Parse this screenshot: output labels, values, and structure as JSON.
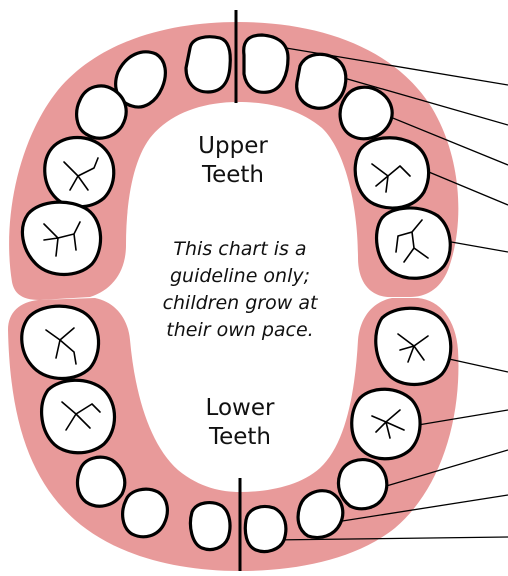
{
  "colors": {
    "gum": "#e89a9a",
    "outline": "#000000",
    "tooth": "#ffffff"
  },
  "upper_teeth_label": "Upper\nTeeth",
  "lower_teeth_label": "Lower\nTeeth",
  "note": "This chart is a\nguideline only;\nchildren grow at\ntheir own pace."
}
